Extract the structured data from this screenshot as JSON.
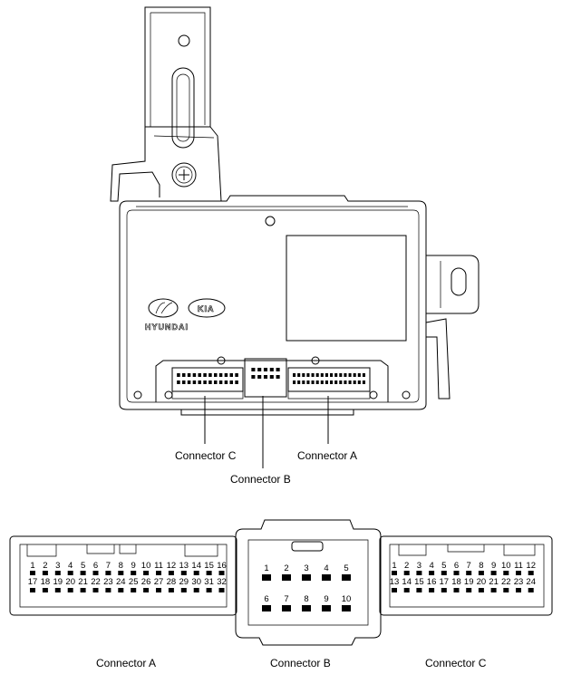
{
  "callouts": {
    "connector_c": "Connector C",
    "connector_b": "Connector B",
    "connector_a": "Connector A"
  },
  "captions": {
    "connector_a": "Connector A",
    "connector_b": "Connector B",
    "connector_c": "Connector C"
  },
  "logo": {
    "brand_text": "HYUNDAI",
    "badge_text": "KIA"
  },
  "connector_a_pins": {
    "top": [
      "1",
      "2",
      "3",
      "4",
      "5",
      "6",
      "7",
      "8",
      "9",
      "10",
      "11",
      "12",
      "13",
      "14",
      "15",
      "16"
    ],
    "bottom": [
      "17",
      "18",
      "19",
      "20",
      "21",
      "22",
      "23",
      "24",
      "25",
      "26",
      "27",
      "28",
      "29",
      "30",
      "31",
      "32"
    ]
  },
  "connector_b_pins": {
    "top": [
      "1",
      "2",
      "3",
      "4",
      "5"
    ],
    "bottom": [
      "6",
      "7",
      "8",
      "9",
      "10"
    ]
  },
  "connector_c_pins": {
    "top": [
      "1",
      "2",
      "3",
      "4",
      "5",
      "6",
      "7",
      "8",
      "9",
      "10",
      "11",
      "12"
    ],
    "bottom": [
      "13",
      "14",
      "15",
      "16",
      "17",
      "18",
      "19",
      "20",
      "21",
      "22",
      "23",
      "24"
    ]
  },
  "colors": {
    "line": "#000000",
    "background": "#ffffff"
  }
}
